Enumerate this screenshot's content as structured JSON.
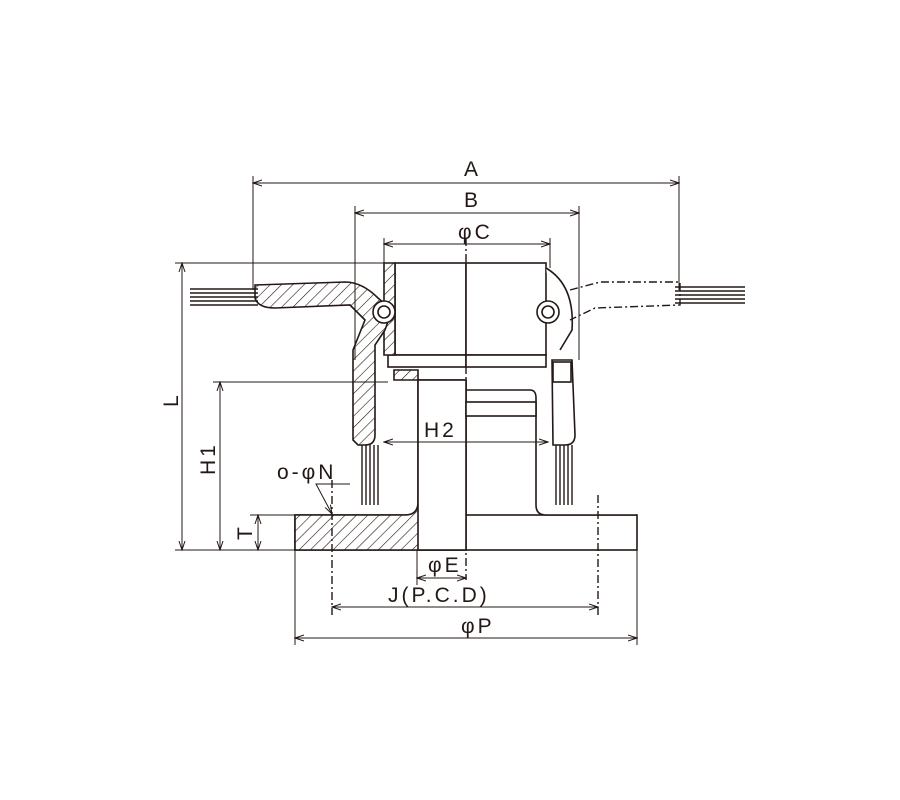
{
  "drawing": {
    "labels": {
      "A": "A",
      "B": "B",
      "C": "φC",
      "L": "L",
      "H1": "H1",
      "H2": "H2",
      "N": "o-φN",
      "T": "T",
      "E": "φE",
      "J": "J(P.C.D)",
      "P": "φP"
    },
    "colors": {
      "line": "#231815",
      "background": "#ffffff"
    }
  }
}
